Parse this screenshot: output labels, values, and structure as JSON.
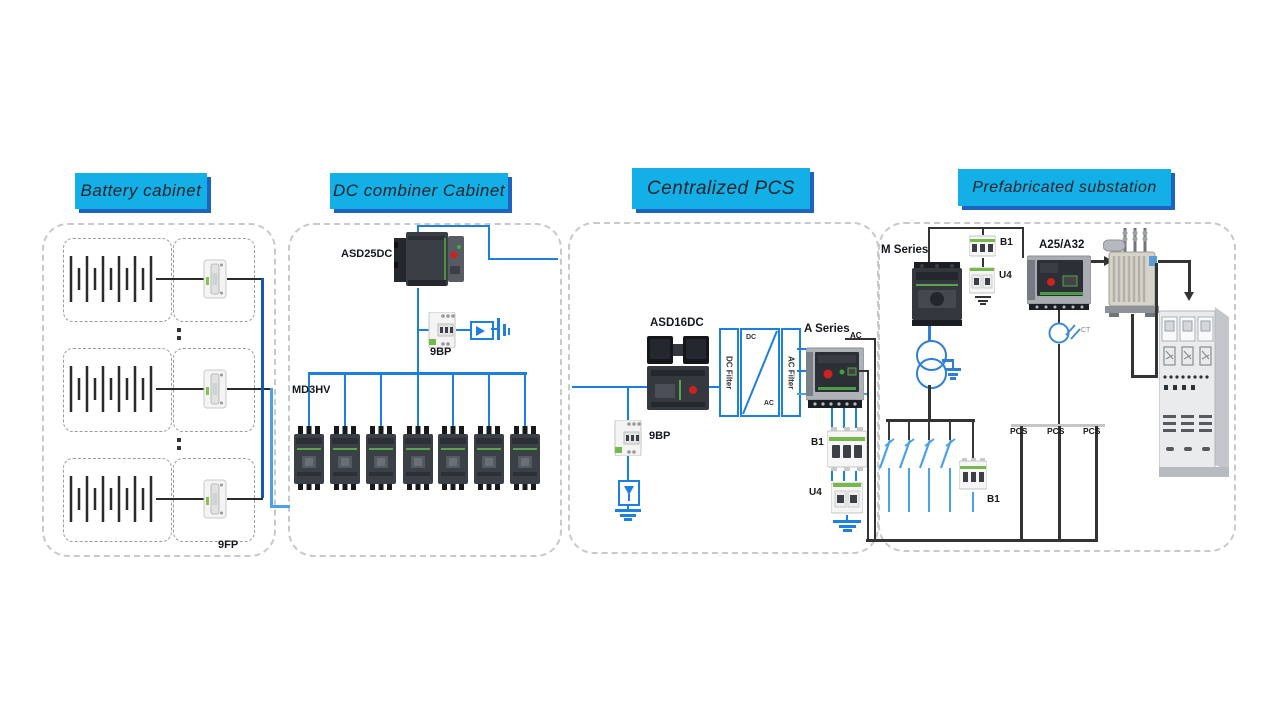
{
  "colors": {
    "accent_cyan": "#12b0e6",
    "label_shadow_blue": "#1d64c0",
    "wire_blue": "#1d7fe0",
    "wire_light_blue": "#4aa3e8",
    "wire_dark_blue": "#1256b8",
    "wire_dark": "#3a3a3a"
  },
  "sections": {
    "battery": {
      "title": "Battery cabinet",
      "fuse_label": "9FP"
    },
    "dc_combiner": {
      "title": "DC combiner Cabinet",
      "acb": "ASD25DC",
      "spd": "9BP",
      "mccb": "MD3HV"
    },
    "pcs": {
      "title": "Centralized PCS",
      "dc_breaker": "ASD16DC",
      "spd": "9BP",
      "dc_filter": "DC Filter",
      "inv_dc": "DC",
      "inv_ac": "AC",
      "ac_filter": "AC Filter",
      "acb": "A Series",
      "ac_out": "AC",
      "mcb": "B1",
      "spd2": "U4"
    },
    "prefab": {
      "title": "Prefabricated substation",
      "mccb": "M Series",
      "mcb_top": "B1",
      "spd_top": "U4",
      "acb": "A25/A32",
      "ct": "CT",
      "mcb_bottom": "B1",
      "feeders": [
        "PCS",
        "PCS",
        "PCS"
      ]
    }
  }
}
